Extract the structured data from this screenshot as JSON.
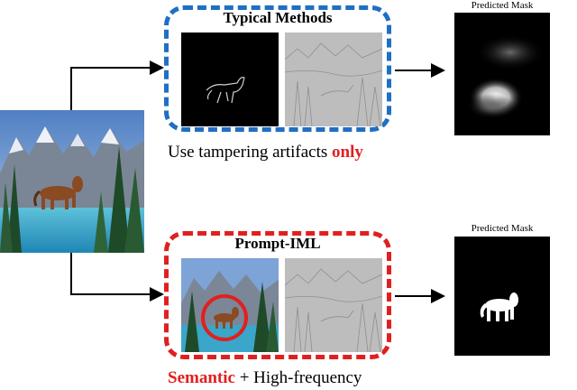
{
  "top": {
    "title": "Typical Methods",
    "caption_prefix": "Use tampering artifacts ",
    "caption_emph": "only"
  },
  "bottom": {
    "title": "Prompt-IML",
    "caption_emph": "Semantic",
    "caption_suffix": " + High-frequency"
  },
  "labels": {
    "predicted_mask_top": "Predicted Mask",
    "predicted_mask_bottom": "Predicted Mask"
  },
  "colors": {
    "top_box": "#1f6fc4",
    "bottom_box": "#e02020",
    "emphasis": "#e02020"
  }
}
